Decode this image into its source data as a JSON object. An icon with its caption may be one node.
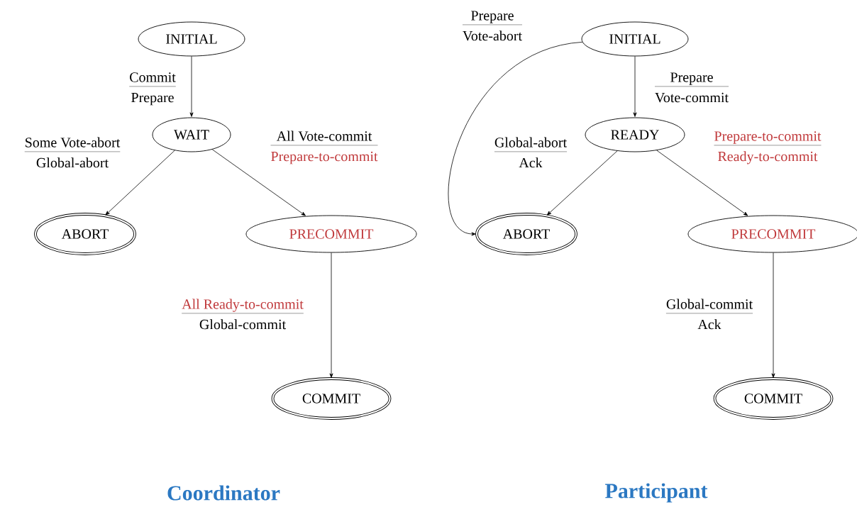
{
  "diagram": {
    "nodes": [
      {
        "text": [
          "INITIAL"
        ]
      },
      {
        "text": [
          "WAIT"
        ]
      },
      {
        "text": [
          "ABORT"
        ]
      },
      {
        "text": [
          "PRECOMMIT"
        ]
      },
      {
        "text": [
          "COMMIT"
        ]
      },
      {
        "text": [
          "INITIAL"
        ]
      },
      {
        "text": [
          "READY"
        ]
      },
      {
        "text": [
          "ABORT"
        ]
      },
      {
        "text": [
          "PRECOMMIT"
        ]
      },
      {
        "text": [
          "COMMIT"
        ]
      }
    ],
    "edges": [
      {
        "from": 0,
        "to": 1,
        "arrow": "to",
        "label": [
          "Commit",
          "Prepare"
        ]
      },
      {
        "from": 1,
        "to": 2,
        "arrow": "to",
        "label": [
          "Some Vote-abort",
          "Global-abort"
        ]
      },
      {
        "from": 1,
        "to": 3,
        "arrow": "to",
        "label": [
          "All Vote-commit",
          "Prepare-to-commit"
        ]
      },
      {
        "from": 3,
        "to": 4,
        "arrow": "to",
        "label": [
          "All Ready-to-commit",
          "Global-commit"
        ]
      },
      {
        "from": 5,
        "to": 7,
        "arrow": "to",
        "label": [
          "Prepare",
          "Vote-abort"
        ]
      },
      {
        "from": 5,
        "to": 6,
        "arrow": "to",
        "label": [
          "Prepare",
          "Vote-commit"
        ]
      },
      {
        "from": 6,
        "to": 7,
        "arrow": "to",
        "label": [
          "Global-abort",
          "Ack"
        ]
      },
      {
        "from": 6,
        "to": 8,
        "arrow": "to",
        "label": [
          "Prepare-to-commit",
          "Ready-to-commit"
        ]
      },
      {
        "from": 8,
        "to": 9,
        "arrow": "to",
        "label": [
          "Global-commit",
          "Ack"
        ]
      }
    ],
    "labels": [
      "Coordinator",
      "Participant"
    ]
  }
}
